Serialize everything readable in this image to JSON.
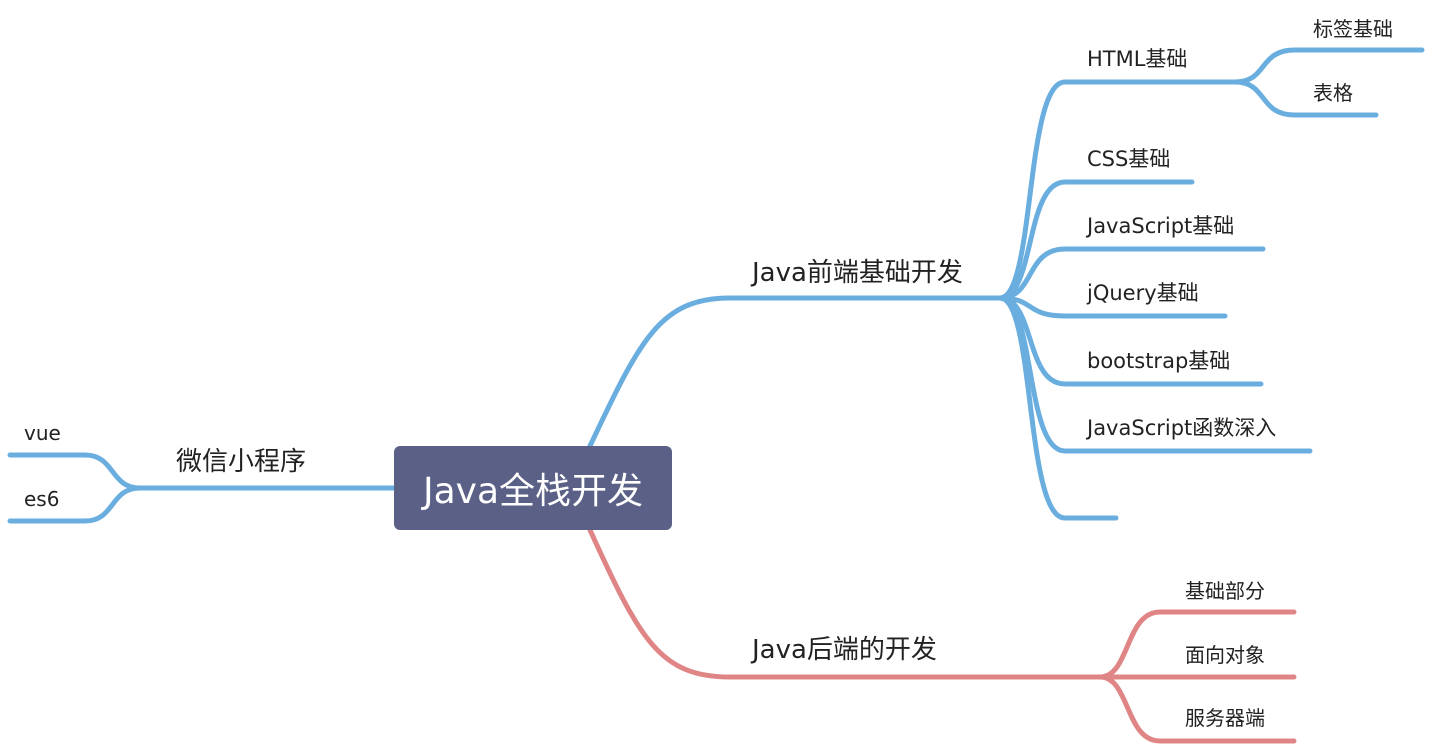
{
  "root": {
    "label": "Java全栈开发"
  },
  "colors": {
    "root_bg": "#5b6186",
    "frontend_branch": "#6aaee0",
    "backend_branch": "#e08585",
    "miniprogram_branch": "#6aaee0"
  },
  "frontend": {
    "label": "Java前端基础开发",
    "children": [
      {
        "label": "HTML基础",
        "children": [
          {
            "label": "标签基础"
          },
          {
            "label": "表格"
          }
        ]
      },
      {
        "label": "CSS基础"
      },
      {
        "label": "JavaScript基础"
      },
      {
        "label": "jQuery基础"
      },
      {
        "label": "bootstrap基础"
      },
      {
        "label": "JavaScript函数深入"
      },
      {
        "label": ""
      }
    ]
  },
  "backend": {
    "label": "Java后端的开发",
    "children": [
      {
        "label": "基础部分"
      },
      {
        "label": "面向对象"
      },
      {
        "label": "服务器端"
      }
    ]
  },
  "miniprogram": {
    "label": "微信小程序",
    "children": [
      {
        "label": "vue"
      },
      {
        "label": "es6"
      }
    ]
  }
}
